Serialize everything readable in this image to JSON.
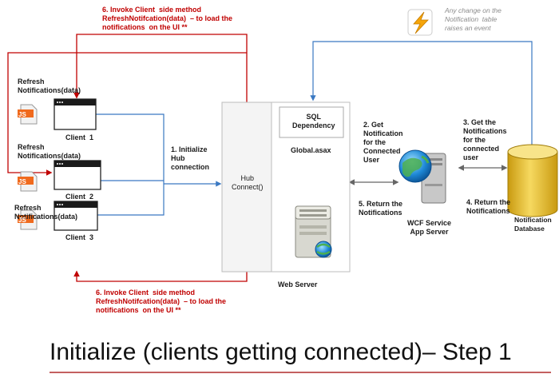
{
  "title": "Initialize (clients getting connected)– Step 1",
  "top_red_note": "6. Invoke Client  side method\nRefreshNotifcation(data)  – to load the\nnotifications  on the UI **",
  "bottom_red_note": "6. Invoke Client  side method\nRefreshNotifcation(data)  – to load the\nnotifications  on the UI **",
  "event_note": "Any change on the\nNotification  table\nraises an event",
  "clients": [
    {
      "refresh_label": "Refresh\nNotifications(data)",
      "name": "Client  1",
      "script_badge": "JS"
    },
    {
      "refresh_label": "Refresh\nNotifications(data)",
      "name": "Client  2",
      "script_badge": "JS"
    },
    {
      "refresh_label": "Refresh\nNotifications(data)",
      "name": "Client  3",
      "script_badge": "JS"
    }
  ],
  "step1": "1. Initialize\nHub\nconnection",
  "hub_connect": "Hub\nConnect()",
  "sql_dependency": "SQL\nDependency",
  "global_asax": "Global.asax",
  "web_server": "Web Server",
  "step2": "2. Get\nNotification\nfor the\nConnected\nUser",
  "step5": "5. Return the\nNotifications",
  "wcf": "WCF Service\nApp Server",
  "step3": "3. Get the\nNotifications\nfor the\nconnected\nuser",
  "step4": "4. Return the\nNotifications",
  "database": "Notification\nDatabase",
  "colors": {
    "red": "#c00000",
    "blue": "#3a78c2",
    "grey_arrow": "#666666",
    "db_gold": "#e7b820",
    "title_underline": "#a00000"
  }
}
